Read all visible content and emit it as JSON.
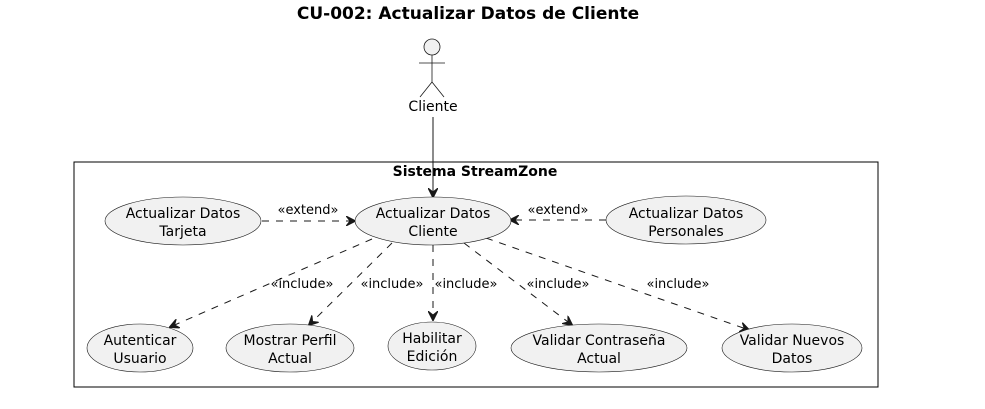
{
  "title": "CU-002: Actualizar Datos de Cliente",
  "actor": {
    "name": "Cliente"
  },
  "system": {
    "name": "Sistema StreamZone"
  },
  "use_cases": {
    "main": [
      "Actualizar Datos",
      "Cliente"
    ],
    "tarjeta": [
      "Actualizar Datos",
      "Tarjeta"
    ],
    "personales": [
      "Actualizar Datos",
      "Personales"
    ],
    "autenticar": [
      "Autenticar",
      "Usuario"
    ],
    "mostrar": [
      "Mostrar Perfil",
      "Actual"
    ],
    "habilitar": [
      "Habilitar",
      "Edición"
    ],
    "validar_pass": [
      "Validar Contraseña",
      "Actual"
    ],
    "validar_datos": [
      "Validar Nuevos",
      "Datos"
    ]
  },
  "relations": {
    "extend_label": "«extend»",
    "include_label": "«include»"
  }
}
